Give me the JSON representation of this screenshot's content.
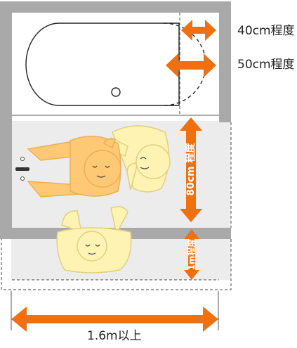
{
  "labels": {
    "tub_gap_small": "40cm程度",
    "tub_gap_large": "50cm程度",
    "wash_depth": "80cm 程度",
    "extra_depth": "1m程度",
    "total_width": "1.6m以上"
  },
  "colors": {
    "wall": "#a9a9a9",
    "floor": "#ececec",
    "arrow": "#ee7010",
    "person_orange": "#ffc874",
    "person_yellow": "#fff3b3",
    "outline": "#222222"
  },
  "icons": {
    "caregiver_person": "person-topdown-icon",
    "bathing_person": "person-topdown-icon",
    "drain": "drain-icon"
  }
}
